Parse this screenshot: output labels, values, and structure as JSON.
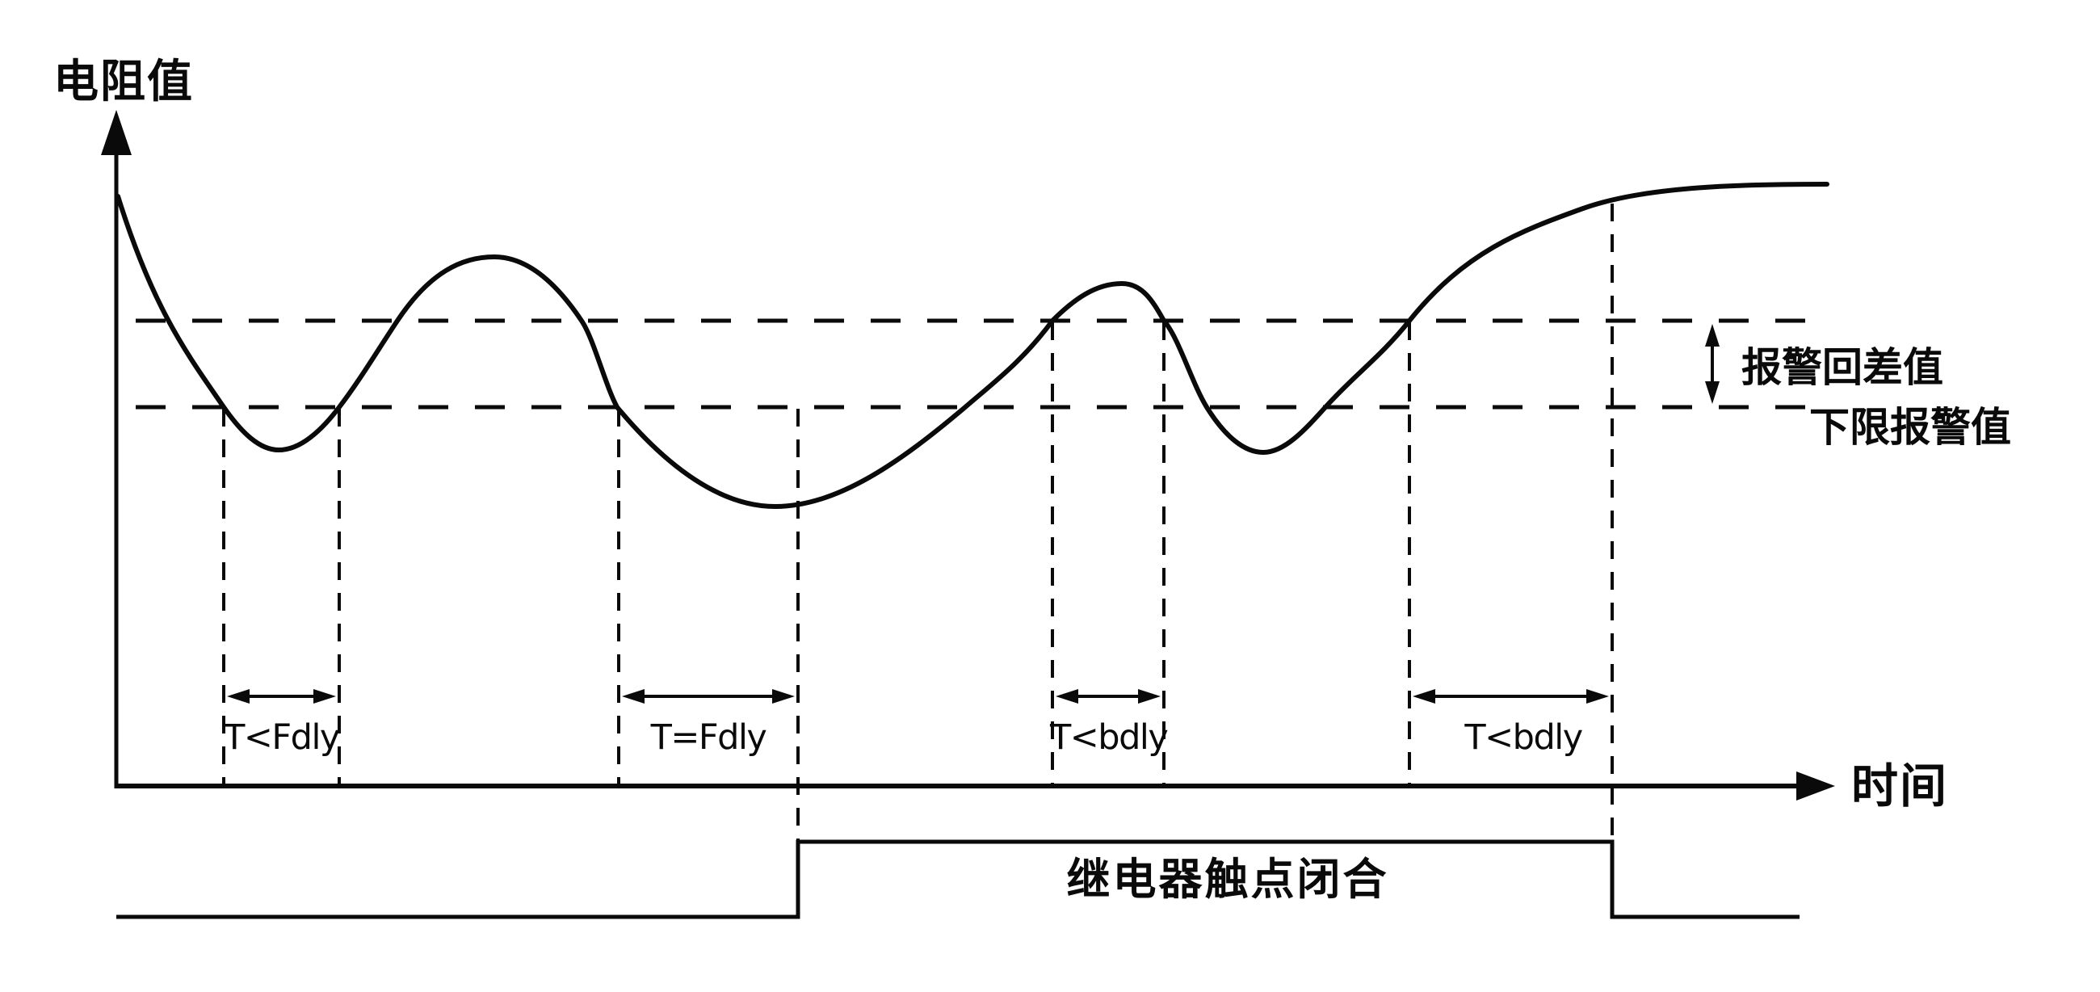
{
  "diagram": {
    "y_axis_label": "电阻值",
    "x_axis_label": "时间",
    "hysteresis_label": "报警回差值",
    "lower_limit_label": "下限报警值",
    "relay_label": "继电器触点闭合",
    "intervals": [
      {
        "label": "T<Fdly"
      },
      {
        "label": "T=Fdly"
      },
      {
        "label": "T<bdly"
      },
      {
        "label": "T<bdly"
      }
    ],
    "colors": {
      "stroke": "#0a0a0a",
      "background": "#ffffff"
    }
  }
}
